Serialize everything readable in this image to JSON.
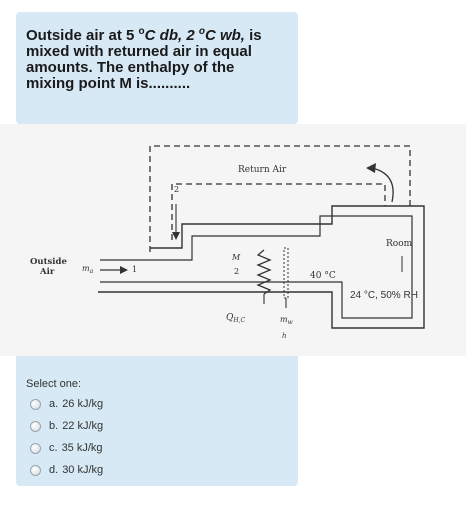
{
  "question": {
    "line1_pre": "Outside air at 5 ",
    "deg1": "o",
    "line1_t1": "C db, 2 ",
    "deg2": "o",
    "line1_t2": "C wb,",
    "line1_post": " is",
    "line2": "mixed with returned air in equal",
    "line3": "amounts. The enthalpy of the",
    "line4": "mixing point M is.........."
  },
  "diagram": {
    "return_air": "Return Air",
    "room": "Room",
    "outside": "Outside",
    "air": "Air",
    "mdot_a": "m",
    "mdot_sub": "a",
    "point_1": "1",
    "point_2": "2",
    "point_M": "M",
    "mixing_dot": "2",
    "temp_40": "40 °C",
    "room_state": "24 °C, 50% RH",
    "q_hc": "Q",
    "q_hc_sub": "H,C",
    "m_w": "m",
    "m_w_sub": "w",
    "h_label": "h"
  },
  "answers": {
    "prompt": "Select one:",
    "options": [
      {
        "letter": "a.",
        "text": "26 kJ/kg"
      },
      {
        "letter": "b.",
        "text": "22 kJ/kg"
      },
      {
        "letter": "c.",
        "text": "35 kJ/kg"
      },
      {
        "letter": "d.",
        "text": "30 kJ/kg"
      }
    ]
  }
}
